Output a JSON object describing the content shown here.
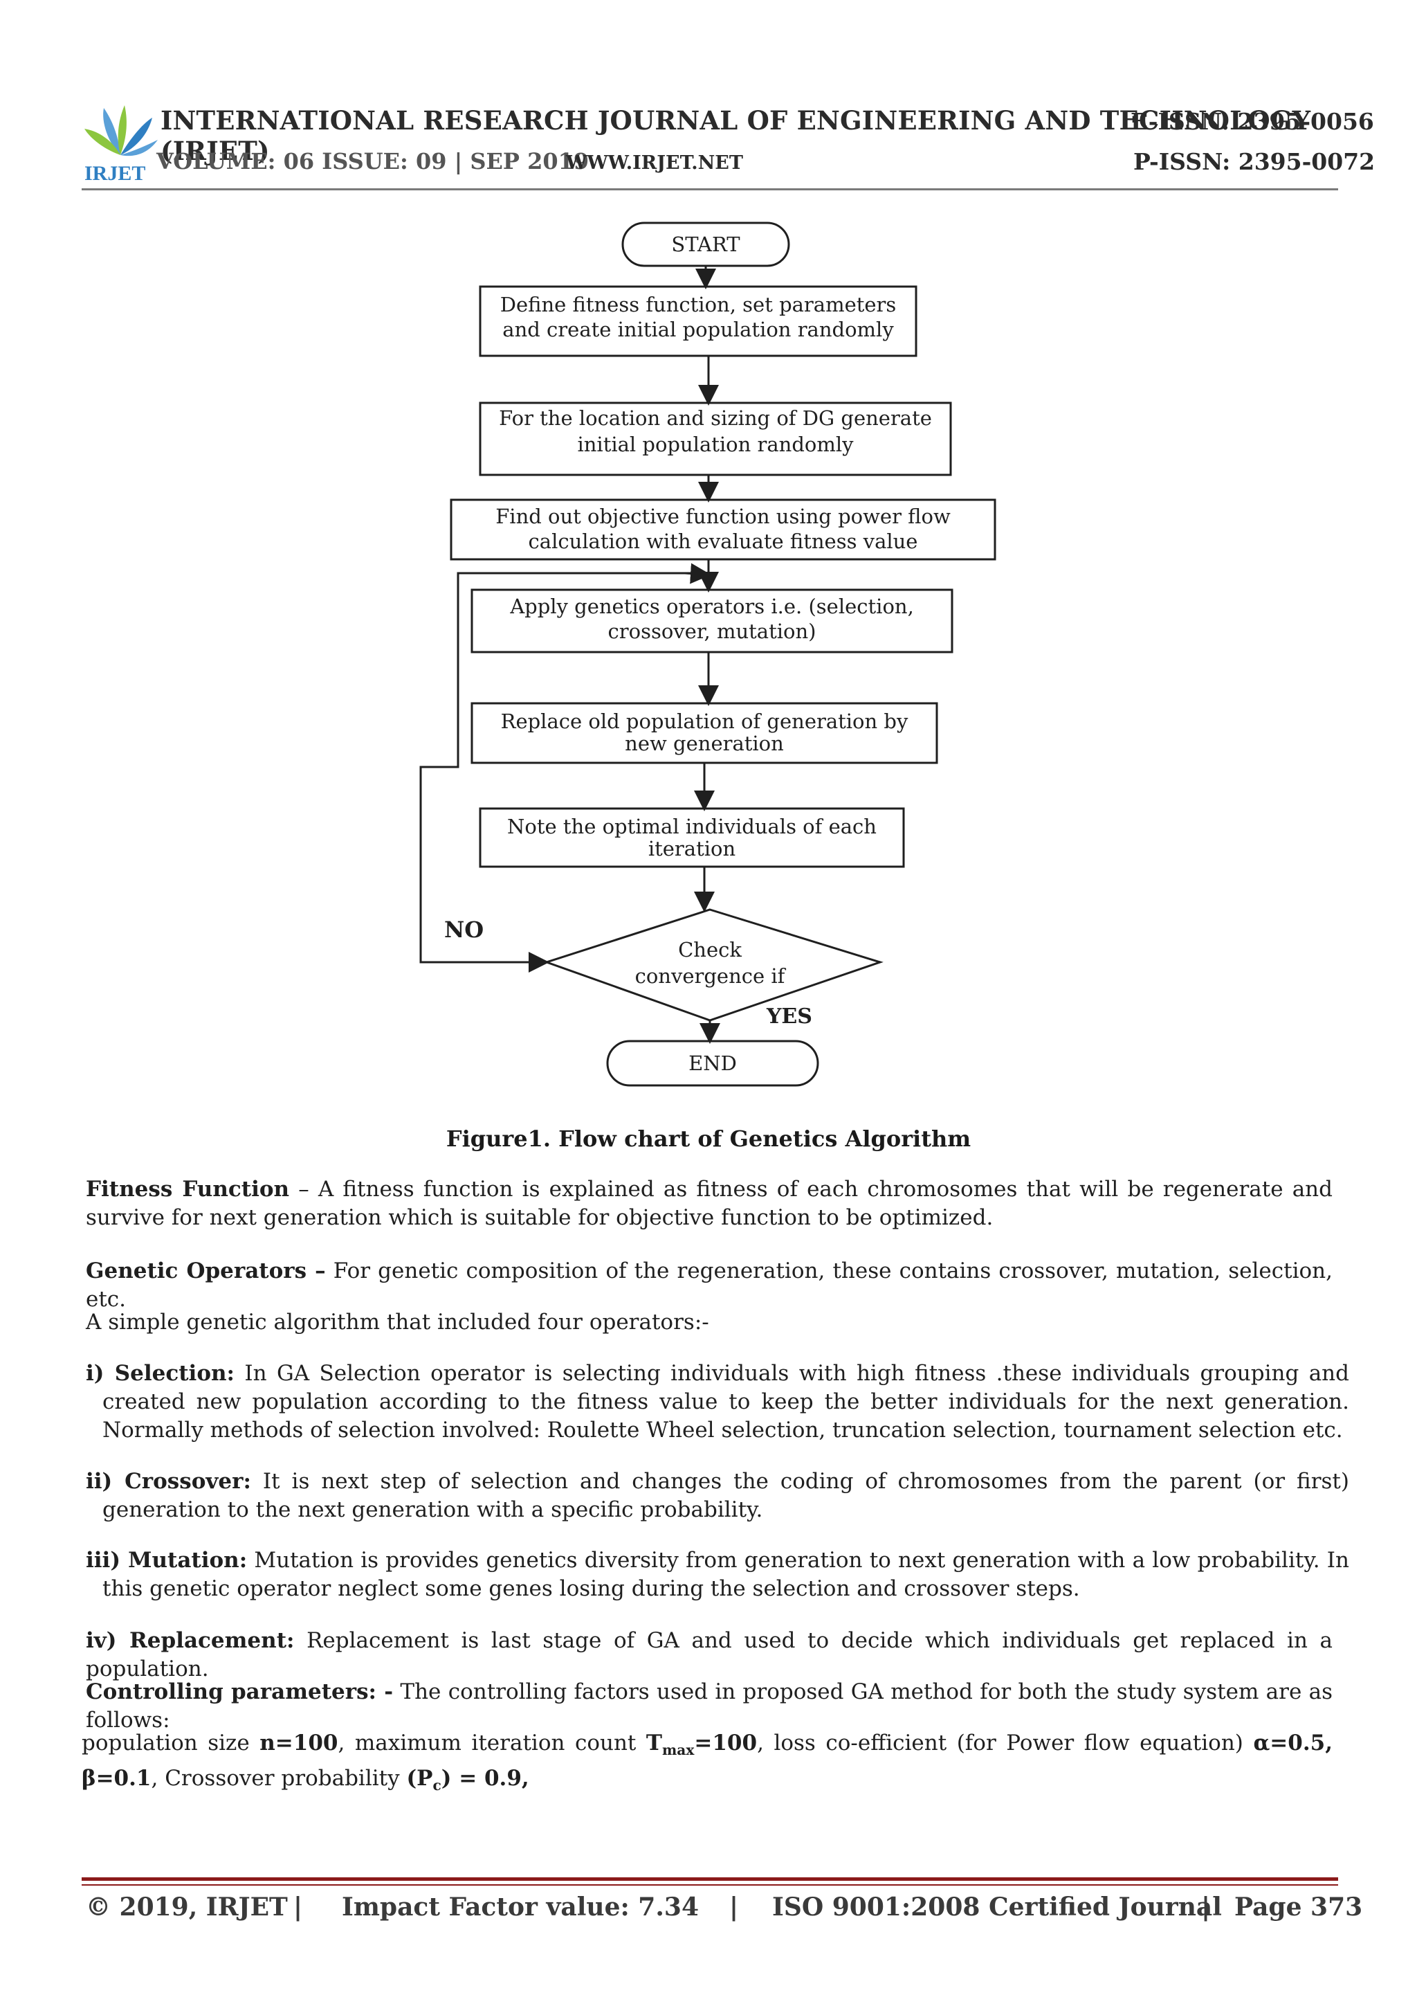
{
  "header": {
    "journal_title": "INTERNATIONAL RESEARCH JOURNAL OF ENGINEERING AND TECHNOLOGY (IRJET)",
    "volume_issue": "VOLUME: 06 ISSUE: 09 | SEP 2019",
    "website": "WWW.IRJET.NET",
    "e_issn": "E-ISSN: 2395-0056",
    "p_issn": "P-ISSN: 2395-0072",
    "logo_text": "IRJET"
  },
  "flowchart": {
    "start": "START",
    "step1_line1": "Define fitness function, set parameters",
    "step1_line2": "and create initial population randomly",
    "step2_line1": "For the location and sizing of DG generate",
    "step2_line2": "initial population randomly",
    "step3_line1": "Find out objective function using power flow",
    "step3_line2": "calculation with evaluate fitness value",
    "step4_line1": "Apply genetics operators i.e. (selection,",
    "step4_line2": "crossover, mutation)",
    "step5_line1": "Replace old population of generation by",
    "step5_line2": "new generation",
    "step6_line1": "Note the optimal individuals of each",
    "step6_line2": "iteration",
    "decision_line1": "Check",
    "decision_line2": "convergence if",
    "no_label": "NO",
    "yes_label": "YES",
    "end": "END"
  },
  "caption": "Figure1. Flow chart of Genetics Algorithm",
  "body": {
    "p1_bold": "Fitness Function",
    "p1_text": " – A fitness function is explained as fitness of each chromosomes that will be regenerate and   survive for next generation which is suitable for objective function to be optimized.",
    "p2_bold": "Genetic Operators –",
    "p2_text": " For genetic composition of the regeneration, these contains crossover, mutation, selection, etc.",
    "p3_text": "A simple genetic algorithm that included four operators:-",
    "p4_bold": "i) Selection:",
    "p4_text": " In GA Selection operator is selecting individuals with high fitness .these individuals grouping and created new population according to the fitness value to keep the better individuals for the next generation. Normally methods of selection involved: Roulette Wheel selection, truncation selection, tournament selection etc.",
    "p5_bold": "ii) Crossover:",
    "p5_text": " It is next step of selection and changes the coding of chromosomes from the parent (or first) generation to the next generation with a specific probability.",
    "p6_bold": "iii) Mutation:",
    "p6_text": " Mutation is provides genetics diversity from generation to next generation with a low probability. In this genetic operator neglect some genes losing during the selection and crossover steps.",
    "p7_bold": "iv) Replacement:",
    "p7_text": "  Replacement is last stage of GA and used to decide which individuals get replaced in a population.",
    "p8_bold": "Controlling parameters: -",
    "p8_text": "   The controlling factors used in proposed GA method for both the study system are as follows:",
    "p9_a": "population size ",
    "p9_n": "n=100",
    "p9_b": ", maximum iteration count ",
    "p9_t": "T",
    "p9_tsub": "max",
    "p9_tval": "=100",
    "p9_c": ", loss co-efficient (for Power flow equation) ",
    "p9_ab": "α=0.5, β=0.1",
    "p9_d": ", Crossover probability ",
    "p9_p": "(P",
    "p9_psub": "c",
    "p9_pval": ") = 0.9,"
  },
  "footer": {
    "copyright": "© 2019, IRJET",
    "sep": "|",
    "impact": "Impact Factor value: 7.34",
    "iso": "ISO 9001:2008 Certified Journal",
    "page": "Page 373"
  }
}
